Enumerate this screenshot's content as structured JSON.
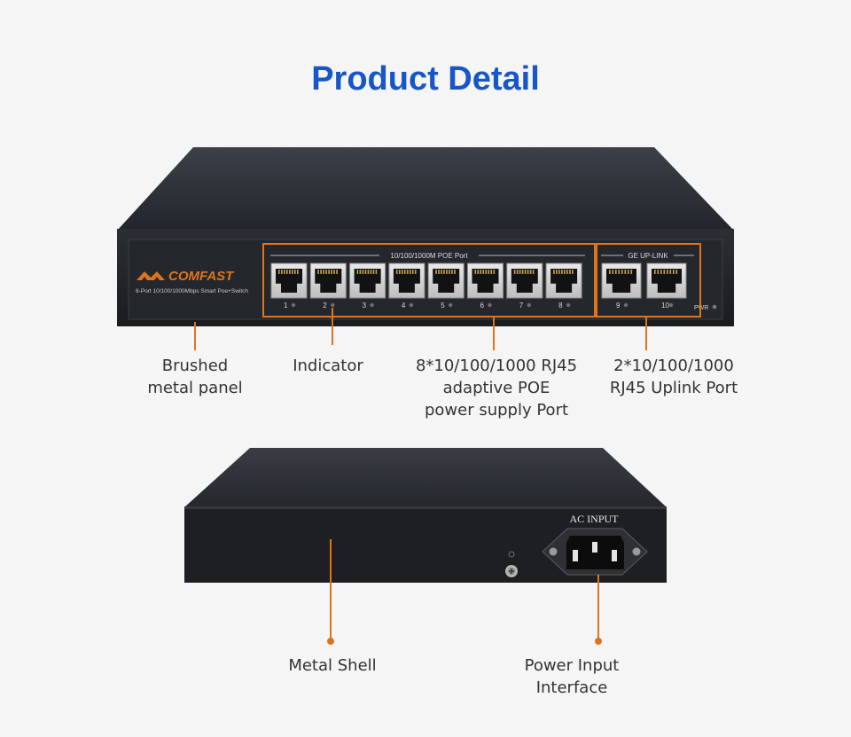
{
  "page": {
    "title": "Product Detail",
    "title_color": "#1656c8",
    "accent_color": "#e0741c"
  },
  "front_panel": {
    "brand": "COMFAST",
    "model_text": "8-Port 10/100/1000Mbps Smart Poe+Switch",
    "poe_group_label": "10/100/1000M POE  Port",
    "uplink_group_label": "GE UP-LINK",
    "poe_ports": [
      "1",
      "2",
      "3",
      "4",
      "5",
      "6",
      "7",
      "8"
    ],
    "uplink_ports": [
      "9",
      "10"
    ],
    "power_led_label": "PWR"
  },
  "back_panel": {
    "ac_label": "AC  INPUT"
  },
  "callouts": {
    "brushed_panel": "Brushed\nmetal panel",
    "indicator": "Indicator",
    "poe_port": "8*10/100/1000 RJ45\nadaptive POE\npower supply Port",
    "uplink_port": "2*10/100/1000\nRJ45 Uplink Port",
    "metal_shell": "Metal Shell",
    "power_input": "Power Input\nInterface"
  }
}
